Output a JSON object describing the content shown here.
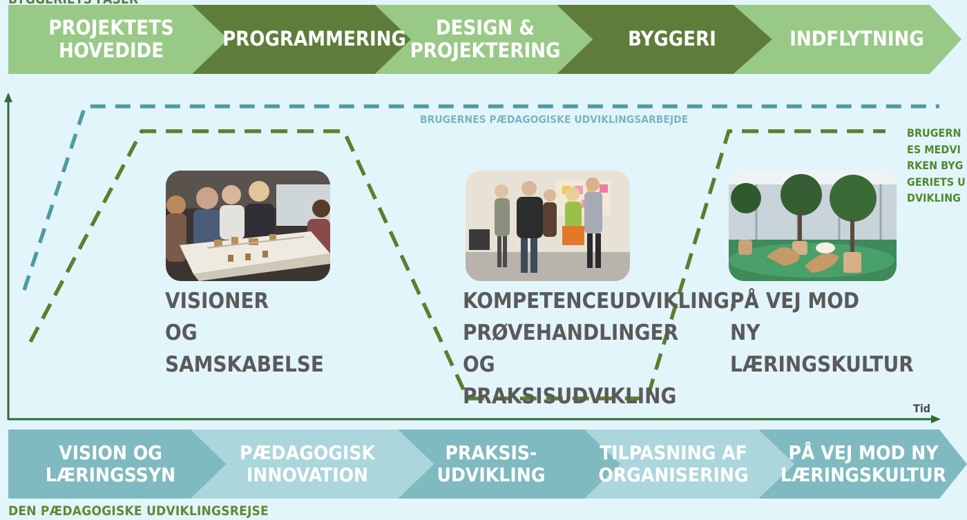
{
  "top_label": "BYGGERIETS FASER",
  "phases": [
    {
      "label": "PROJEKTETS HOVEDIDE",
      "color": "#99c987"
    },
    {
      "label": "PROGRAMMERING",
      "color": "#5e7d3a"
    },
    {
      "label": "DESIGN & PROJEKTERING",
      "color": "#99c987"
    },
    {
      "label": "BYGGERI",
      "color": "#5e7d3a"
    },
    {
      "label": "INDFLYTNING",
      "color": "#99c987"
    }
  ],
  "dev_label": "BRUGERNES PÆDAGOGISKE UDVIKLINGSARBEJDE",
  "side_label": "BRUGERNES MEDVIRKEN BYGGERIETS UDVIKLING",
  "axis_label": "Tid",
  "cards": [
    {
      "caption": "VISIONER OG SAMSKABELSE",
      "image": "people-around-architectural-model"
    },
    {
      "caption": "KOMPETENCEUDVIKLING, PRØVEHANDLINGER OG PRAKSISUDVIKLING",
      "image": "group-discussion-with-post-it-notes"
    },
    {
      "caption": "PÅ VEJ MOD NY LÆRINGSKULTUR",
      "image": "lounge-with-plants-and-chairs"
    }
  ],
  "journey": [
    {
      "label": "VISION OG LÆRINGSSYN",
      "color": "#7fbac0"
    },
    {
      "label": "PÆDAGOGISK INNOVATION",
      "color": "#abd6dc"
    },
    {
      "label": "PRAKSIS- UDVIKLING",
      "color": "#7fbac0"
    },
    {
      "label": "TILPASNING AF ORGANISERING",
      "color": "#abd6dc"
    },
    {
      "label": "PÅ VEJ MOD NY LÆRINGSKULTUR",
      "color": "#7fbac0"
    }
  ],
  "bottom_label": "DEN PÆDAGOGISKE UDVIKLINGSREJSE",
  "colors": {
    "background": "#e2f5fb",
    "dash_teal": "#4f9aa3",
    "dash_green": "#5b7f2c",
    "axis": "#356a36"
  }
}
